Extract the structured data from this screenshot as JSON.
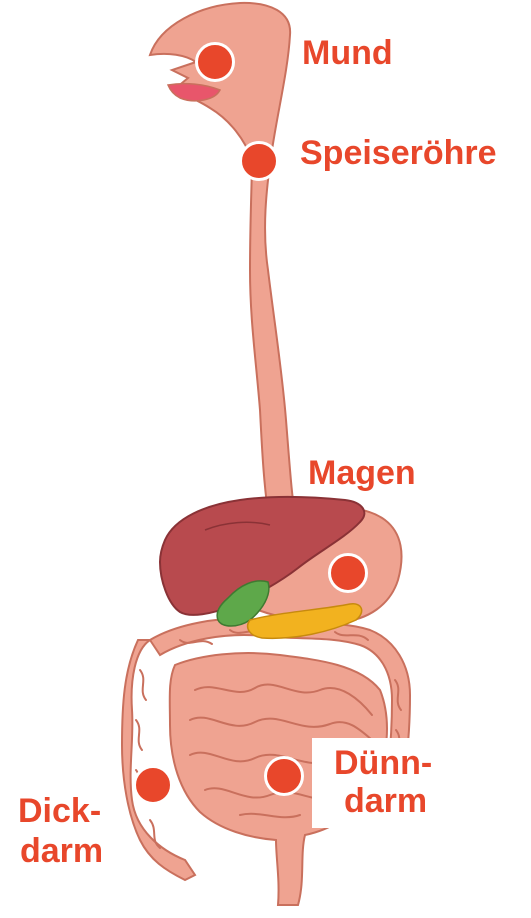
{
  "colors": {
    "label": "#e8472b",
    "marker": "#e8472b",
    "marker_ring": "#ffffff",
    "tract": "#efa391",
    "tract_outline": "#c9705d",
    "liver": "#b84a4e",
    "gallbladder": "#5ea84a",
    "pancreas": "#f2b21f",
    "lips": "#e8566b"
  },
  "labels": {
    "mund": "Mund",
    "speiseroehre": "Speiseröhre",
    "magen": "Magen",
    "duenndarm_1": "Dünn-",
    "duenndarm_2": "darm",
    "dickdarm_1": "Dick-",
    "dickdarm_2": "darm"
  }
}
